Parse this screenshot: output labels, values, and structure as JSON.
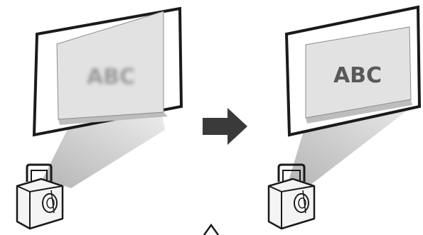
{
  "diagram": {
    "before": {
      "screen_text": "ABC",
      "state": "blurred"
    },
    "after": {
      "screen_text": "ABC",
      "state": "sharp"
    },
    "colors": {
      "frame": "#1a1a1a",
      "image_fill": "#e2e2e2",
      "image_border": "#8c8c8c",
      "beam": "#d6d6d6",
      "arrow": "#3a3a3a",
      "text_blurred": "#9a9a9a",
      "text_sharp": "#595959"
    }
  }
}
